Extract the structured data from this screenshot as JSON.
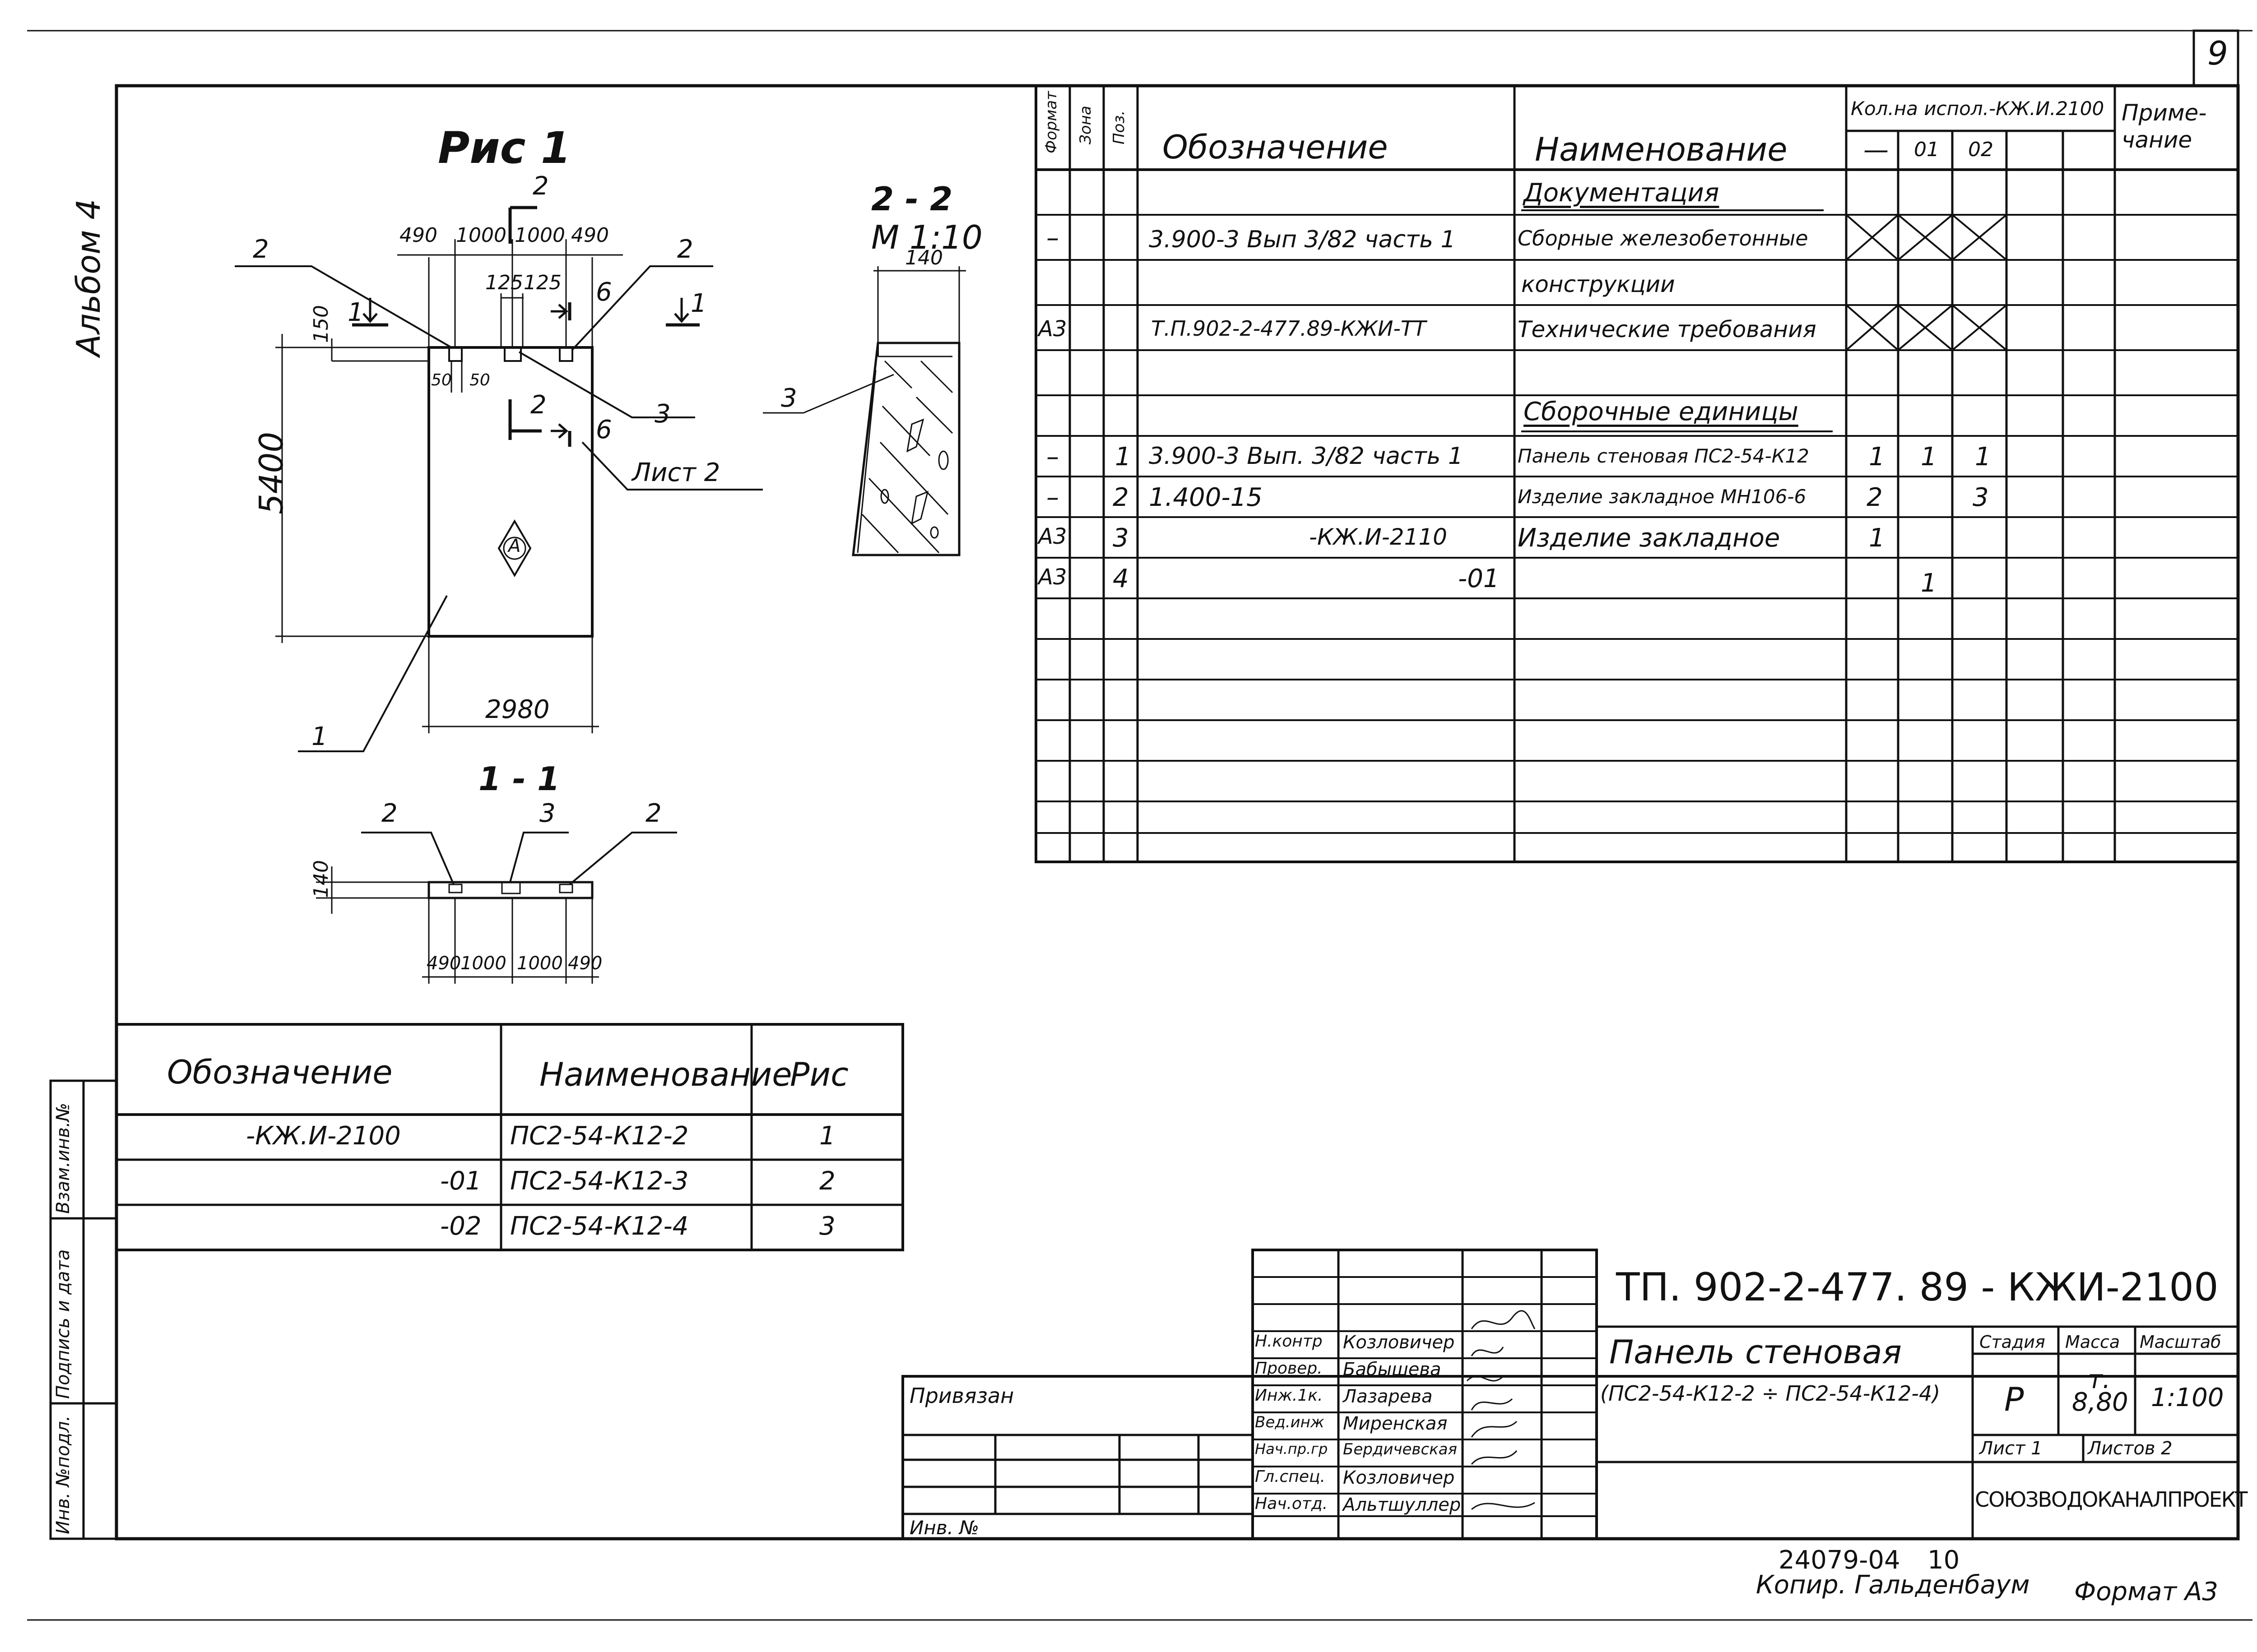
{
  "page_number": "9",
  "album": "Альбом 4",
  "drawing": {
    "title": "Рис 1",
    "section_2_2": "2 - 2",
    "scale_2_2": "М 1:10",
    "section_1_1": "1 - 1",
    "dims_top": [
      "490",
      "1000",
      "1000",
      "490"
    ],
    "dim_125a": "125",
    "dim_125b": "125",
    "dim_150": "150",
    "dim_50a": "50",
    "dim_50b": "50",
    "dim_5400": "5400",
    "dim_2980": "2980",
    "dim_140_sec": "140",
    "dim_140_plan": "140",
    "dims_bottom": [
      "490",
      "1000",
      "1000",
      "490"
    ],
    "mark_A": "А",
    "list2": "Лист 2",
    "callouts": {
      "c2": "2",
      "c3": "3",
      "c1": "1",
      "c6": "6",
      "s2": "2",
      "s1": "1"
    }
  },
  "spec_table": {
    "headers": {
      "format": "Формат",
      "zone": "Зона",
      "pos": "Поз.",
      "designation": "Обозначение",
      "name": "Наименование",
      "qty": "Кол.на испол.-КЖ.И.2100",
      "qty_cols": [
        "—",
        "01",
        "02"
      ],
      "note": "Приме-чание"
    },
    "rows": [
      {
        "format": "",
        "pos": "",
        "designation": "",
        "name": "Документация",
        "q0": "",
        "q1": "",
        "q2": "",
        "heading": true
      },
      {
        "format": "–",
        "pos": "",
        "designation": "3.900-3 Вып 3/82 часть 1",
        "name": "Сборные железобетонные",
        "x": true
      },
      {
        "format": "",
        "pos": "",
        "designation": "",
        "name": "конструкции"
      },
      {
        "format": "А3",
        "pos": "",
        "designation": "Т.П.902-2-477.89-КЖИ-ТТ",
        "name": "Технические требования",
        "x": true
      },
      {
        "format": "",
        "pos": "",
        "designation": "",
        "name": ""
      },
      {
        "format": "",
        "pos": "",
        "designation": "",
        "name": "Сборочные единицы",
        "heading": true
      },
      {
        "format": "–",
        "pos": "1",
        "designation": "3.900-3 Вып. 3/82 часть 1",
        "name": "Панель стеновая ПС2-54-К12",
        "q0": "1",
        "q1": "1",
        "q2": "1"
      },
      {
        "format": "–",
        "pos": "2",
        "designation": "1.400-15",
        "name": "Изделие закладное МН106-6",
        "q0": "2",
        "q1": "",
        "q2": "3"
      },
      {
        "format": "А3",
        "pos": "3",
        "designation": "-КЖ.И-2110",
        "name": "Изделие закладное",
        "q0": "1",
        "q1": "",
        "q2": ""
      },
      {
        "format": "А3",
        "pos": "4",
        "designation": "-01",
        "name": "",
        "q0": "",
        "q1": "1",
        "q2": ""
      }
    ]
  },
  "variants_table": {
    "headers": {
      "designation": "Обозначение",
      "name": "Наименование",
      "fig": "Рис"
    },
    "rows": [
      {
        "designation": "-КЖ.И-2100",
        "name": "ПС2-54-К12-2",
        "fig": "1"
      },
      {
        "designation": "-01",
        "name": "ПС2-54-К12-3",
        "fig": "2"
      },
      {
        "designation": "-02",
        "name": "ПС2-54-К12-4",
        "fig": "3"
      }
    ]
  },
  "side_stamp": [
    "Инв. №подл.",
    "Подпись и дата",
    "Взам.инв.№"
  ],
  "title_block": {
    "doc_code": "ТП. 902-2-477. 89 - КЖИ-2100",
    "name_line1": "Панель стеновая",
    "name_line2": "(ПС2-54-К12-2 ÷ ПС2-54-К12-4)",
    "stage_h": "Стадия",
    "mass_h": "Масса",
    "scale_h": "Масштаб",
    "stage": "Р",
    "mass_unit": "т.",
    "mass": "8,80",
    "scale": "1:100",
    "sheet": "Лист 1",
    "sheets": "Листов 2",
    "org": "СОЮЗВОДОКАНАЛПРОЕКТ",
    "privyazan": "Привязан",
    "inv": "Инв. №",
    "roles": [
      {
        "role": "Н.контр",
        "name": "Козловичер"
      },
      {
        "role": "Провер.",
        "name": "Бабышева"
      },
      {
        "role": "Инж.1к.",
        "name": "Лазарева"
      },
      {
        "role": "Вед.инж",
        "name": "Миренская"
      },
      {
        "role": "Нач.пр.гр",
        "name": "Бердичевская"
      },
      {
        "role": "Гл.спец.",
        "name": "Козловичер"
      },
      {
        "role": "Нач.отд.",
        "name": "Альтшуллер"
      }
    ]
  },
  "footer": {
    "num": "24079-04",
    "num2": "10",
    "copy": "Копир. Гальденбаум",
    "format": "Формат А3"
  }
}
